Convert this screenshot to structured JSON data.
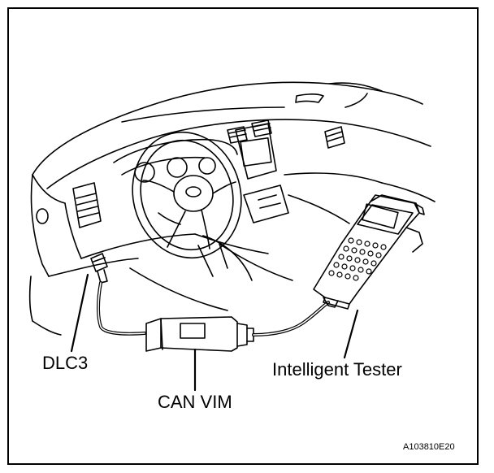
{
  "labels": {
    "dlc3": "DLC3",
    "can_vim": "CAN VIM",
    "intelligent_tester": "Intelligent Tester",
    "figure_code": "A103810E20"
  }
}
